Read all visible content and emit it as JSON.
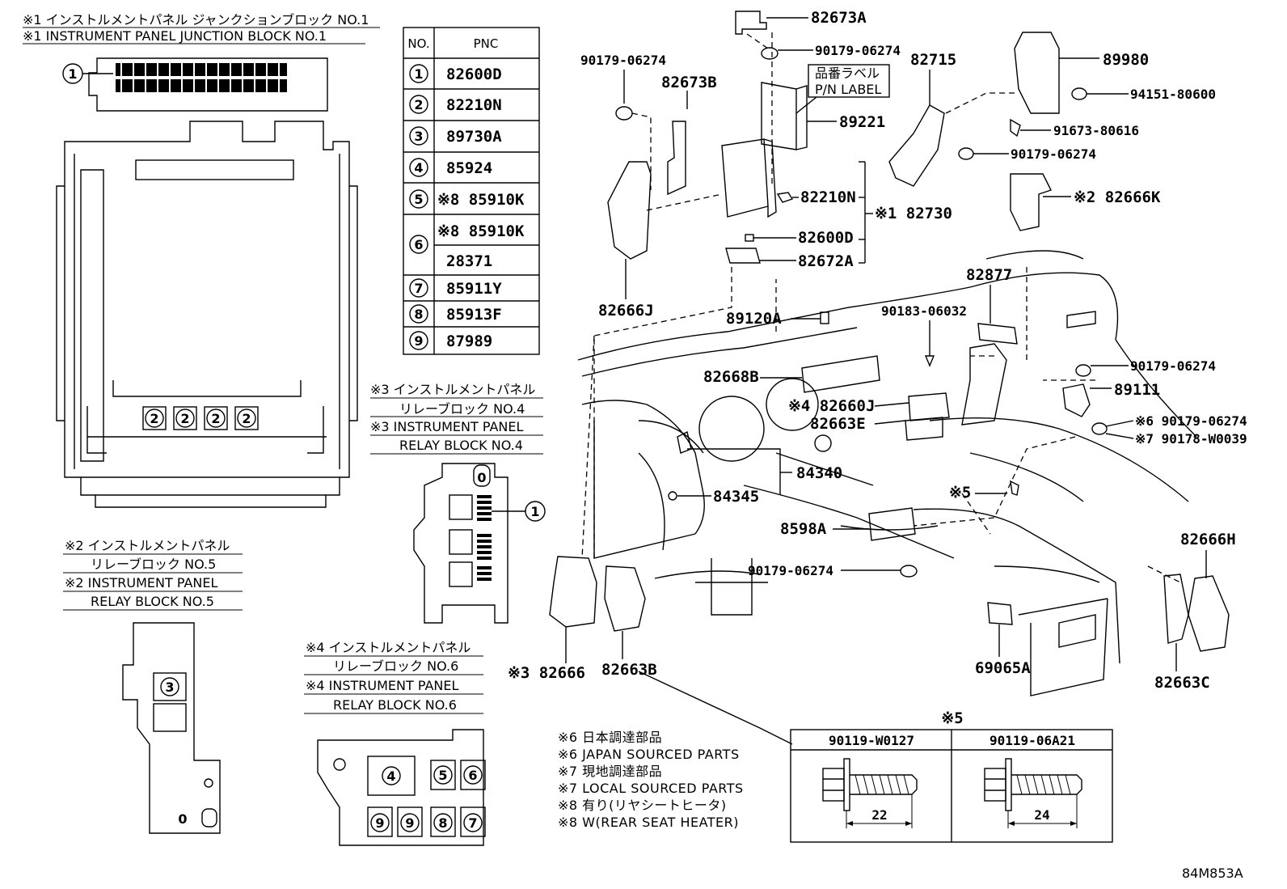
{
  "captions": {
    "jb1_jp": "※1 インストルメントパネル ジャンクションブロック NO.1",
    "jb1_en": "※1 INSTRUMENT PANEL JUNCTION BLOCK NO.1",
    "rb4_jp1": "※3 インストルメントパネル",
    "rb4_jp2": "リレーブロック NO.4",
    "rb4_en1": "※3 INSTRUMENT PANEL",
    "rb4_en2": "RELAY BLOCK NO.4",
    "rb5_jp1": "※2 インストルメントパネル",
    "rb5_jp2": "リレーブロック NO.5",
    "rb5_en1": "※2 INSTRUMENT PANEL",
    "rb5_en2": "RELAY BLOCK NO.5",
    "rb6_jp1": "※4 インストルメントパネル",
    "rb6_jp2": "リレーブロック NO.6",
    "rb6_en1": "※4 INSTRUMENT PANEL",
    "rb6_en2": "RELAY BLOCK NO.6"
  },
  "pnc_table": {
    "header_no": "NO.",
    "header_pnc": "PNC",
    "rows": [
      {
        "no": "1",
        "pnc": "82600D"
      },
      {
        "no": "2",
        "pnc": "82210N"
      },
      {
        "no": "3",
        "pnc": "89730A"
      },
      {
        "no": "4",
        "pnc": "85924"
      },
      {
        "no": "5",
        "pnc": "※8 85910K"
      },
      {
        "no": "6",
        "pnc": "※8 85910K",
        "pnc2": "28371"
      },
      {
        "no": "7",
        "pnc": "85911Y"
      },
      {
        "no": "8",
        "pnc": "85913F"
      },
      {
        "no": "9",
        "pnc": "87989"
      }
    ]
  },
  "callouts": {
    "c1": "1",
    "c2": "2",
    "c3": "3",
    "c4": "4",
    "c5": "5",
    "c6": "6",
    "c7": "7",
    "c8": "8",
    "c9": "9",
    "r4_zero": "0",
    "r5_zero": "0"
  },
  "parts": {
    "p82673A": "82673A",
    "p90179_a": "90179-06274",
    "p90179_b": "90179-06274",
    "p82673B": "82673B",
    "label_jp": "品番ラベル",
    "label_en": "P/N LABEL",
    "p89221": "89221",
    "p82715": "82715",
    "p89980": "89980",
    "p94151": "94151-80600",
    "p91673": "91673-80616",
    "p90179_c": "90179-06274",
    "p82210N": "82210N",
    "p82730": "※1 82730",
    "p82666K": "※2 82666K",
    "p82600D": "82600D",
    "p82672A": "82672A",
    "p82666J": "82666J",
    "p82877": "82877",
    "p89120A": "89120A",
    "p90183": "90183-06032",
    "p90179_d": "90179-06274",
    "p82668B": "82668B",
    "p89111": "89111",
    "p82660J": "※4 82660J",
    "p82663E": "82663E",
    "p90179_e": "※6 90179-06274",
    "p90178": "※7 90178-W0039",
    "p84340": "84340",
    "p84345": "84345",
    "p_star5": "※5",
    "p8598A": "8598A",
    "p82666H": "82666H",
    "p90179_f": "90179-06274",
    "p82666": "※3 82666",
    "p82663B": "82663B",
    "p69065A": "69065A",
    "p82663C": "82663C"
  },
  "notes": [
    "※6 日本調達部品",
    "※6 JAPAN SOURCED PARTS",
    "※7 現地調達部品",
    "※7 LOCAL SOURCED PARTS",
    "※8 有り(リヤシートヒータ)",
    "※8 W(REAR SEAT HEATER)"
  ],
  "bolt_table": {
    "title": "※5",
    "col1": "90119-W0127",
    "col2": "90119-06A21",
    "len1": "22",
    "len2": "24"
  },
  "figure_id": "84M853A"
}
